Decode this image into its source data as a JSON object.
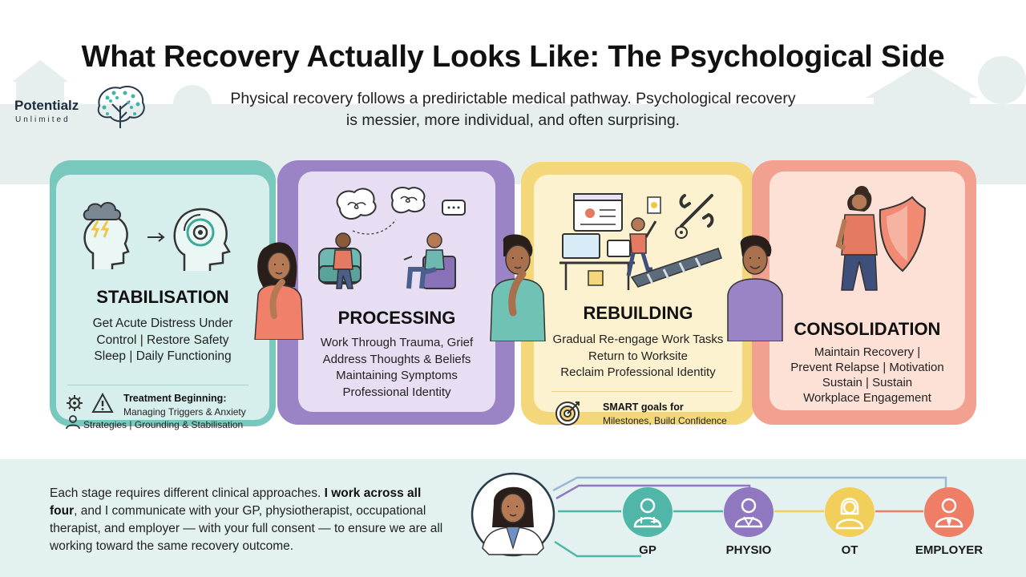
{
  "header": {
    "title": "What Recovery Actually Looks Like: The Psychological Side",
    "subtitle_line1": "Physical recovery follows a predirictable medical pathway. Psychological recovery",
    "subtitle_line2": "is messier, more individual, and often surprising."
  },
  "logo": {
    "name": "Potentialz",
    "tagline": "Unlimited"
  },
  "stages": [
    {
      "title": "STABILISATION",
      "lines": [
        "Get Acute Distress Under",
        "Control  |  Restore Safety",
        "Sleep  |  Daily Functioning"
      ],
      "note_heading": "Treatment Beginning:",
      "note_line1": "Managing Triggers & Anxiety",
      "note_line2": "Strategies  |  Grounding & Stabilisation",
      "color": "#78c8bd",
      "icons": [
        "storm-head-icon",
        "arrow-icon",
        "calm-head-icon",
        "gear-icon",
        "warning-icon",
        "person-icon"
      ]
    },
    {
      "title": "PROCESSING",
      "lines": [
        "Work Through Trauma, Grief",
        "Address Thoughts & Beliefs",
        "Maintaining Symptoms",
        "Professional Identity"
      ],
      "color": "#9a84c6",
      "icons": [
        "therapy-session-icon"
      ]
    },
    {
      "title": "REBUILDING",
      "lines": [
        "Gradual Re-engage Work Tasks",
        "Return to Worksite",
        "Reclaim Professional Identity"
      ],
      "note_heading": "SMART goals for",
      "note_line1": "Milestones, Build Confidence",
      "color": "#f4d77a",
      "icons": [
        "workspace-icon",
        "tools-icon",
        "target-icon"
      ]
    },
    {
      "title": "CONSOLIDATION",
      "lines": [
        "Maintain Recovery |",
        "Prevent Relapse  |  Motivation",
        "Sustain  |  Sustain",
        "Workplace Engagement"
      ],
      "color": "#f2a08f",
      "icons": [
        "shield-icon"
      ]
    }
  ],
  "bottom": {
    "text_before_bold": "Each stage requires different clinical approaches. ",
    "text_bold": "I work across all four",
    "text_after_bold": ", and I communicate with your GP, physiotherapist, occupational therapist, and employer — with your full consent — to ensure we are all working toward the same recovery outcome.",
    "stakeholders": [
      {
        "label": "GP",
        "color": "#4fb6a8"
      },
      {
        "label": "PHYSIO",
        "color": "#8f78c0"
      },
      {
        "label": "OT",
        "color": "#f2cf5b"
      },
      {
        "label": "EMPLOYER",
        "color": "#ee7f66"
      }
    ]
  }
}
